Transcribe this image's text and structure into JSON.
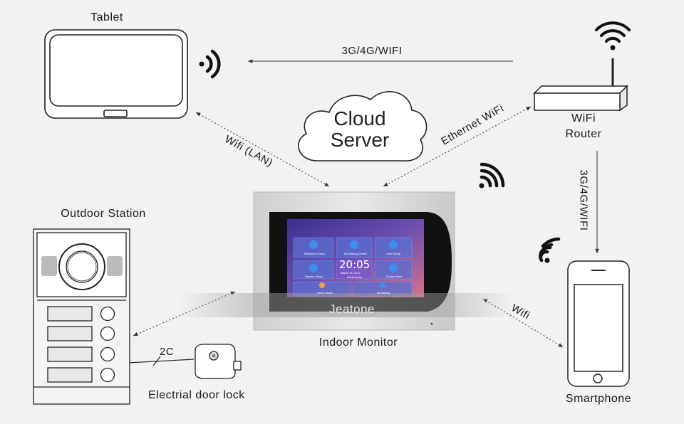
{
  "devices": {
    "tablet": "Tablet",
    "router_line1": "WiFi",
    "router_line2": "Router",
    "outdoor": "Outdoor Station",
    "indoor": "Indoor Monitor",
    "smartphone": "Smartphone",
    "door_lock": "Electrial door lock"
  },
  "cloud": {
    "line1": "Cloud",
    "line2": "Server"
  },
  "connections": {
    "top": "3G/4G/WIFI",
    "tablet_monitor": "Wifi (LAN)",
    "router_monitor": "Ethernet WiFi",
    "router_phone": "3G/4G/WIFI",
    "phone_monitor": "Wifi",
    "lock_wire": "2C"
  },
  "monitor": {
    "brand": "Jeatone",
    "clock": "20:05",
    "date": "March 16, 2017",
    "weekday": "Wednesday",
    "tiles": [
      "Resident Center",
      "Monitoring Center",
      "Intel Setup",
      "System Setup",
      "Scene Mode",
      "Home Mode",
      "Monitoring"
    ]
  },
  "colors": {
    "background": "#f2f2f2",
    "line": "#222222",
    "screen_bg": "#5a4aa8"
  }
}
